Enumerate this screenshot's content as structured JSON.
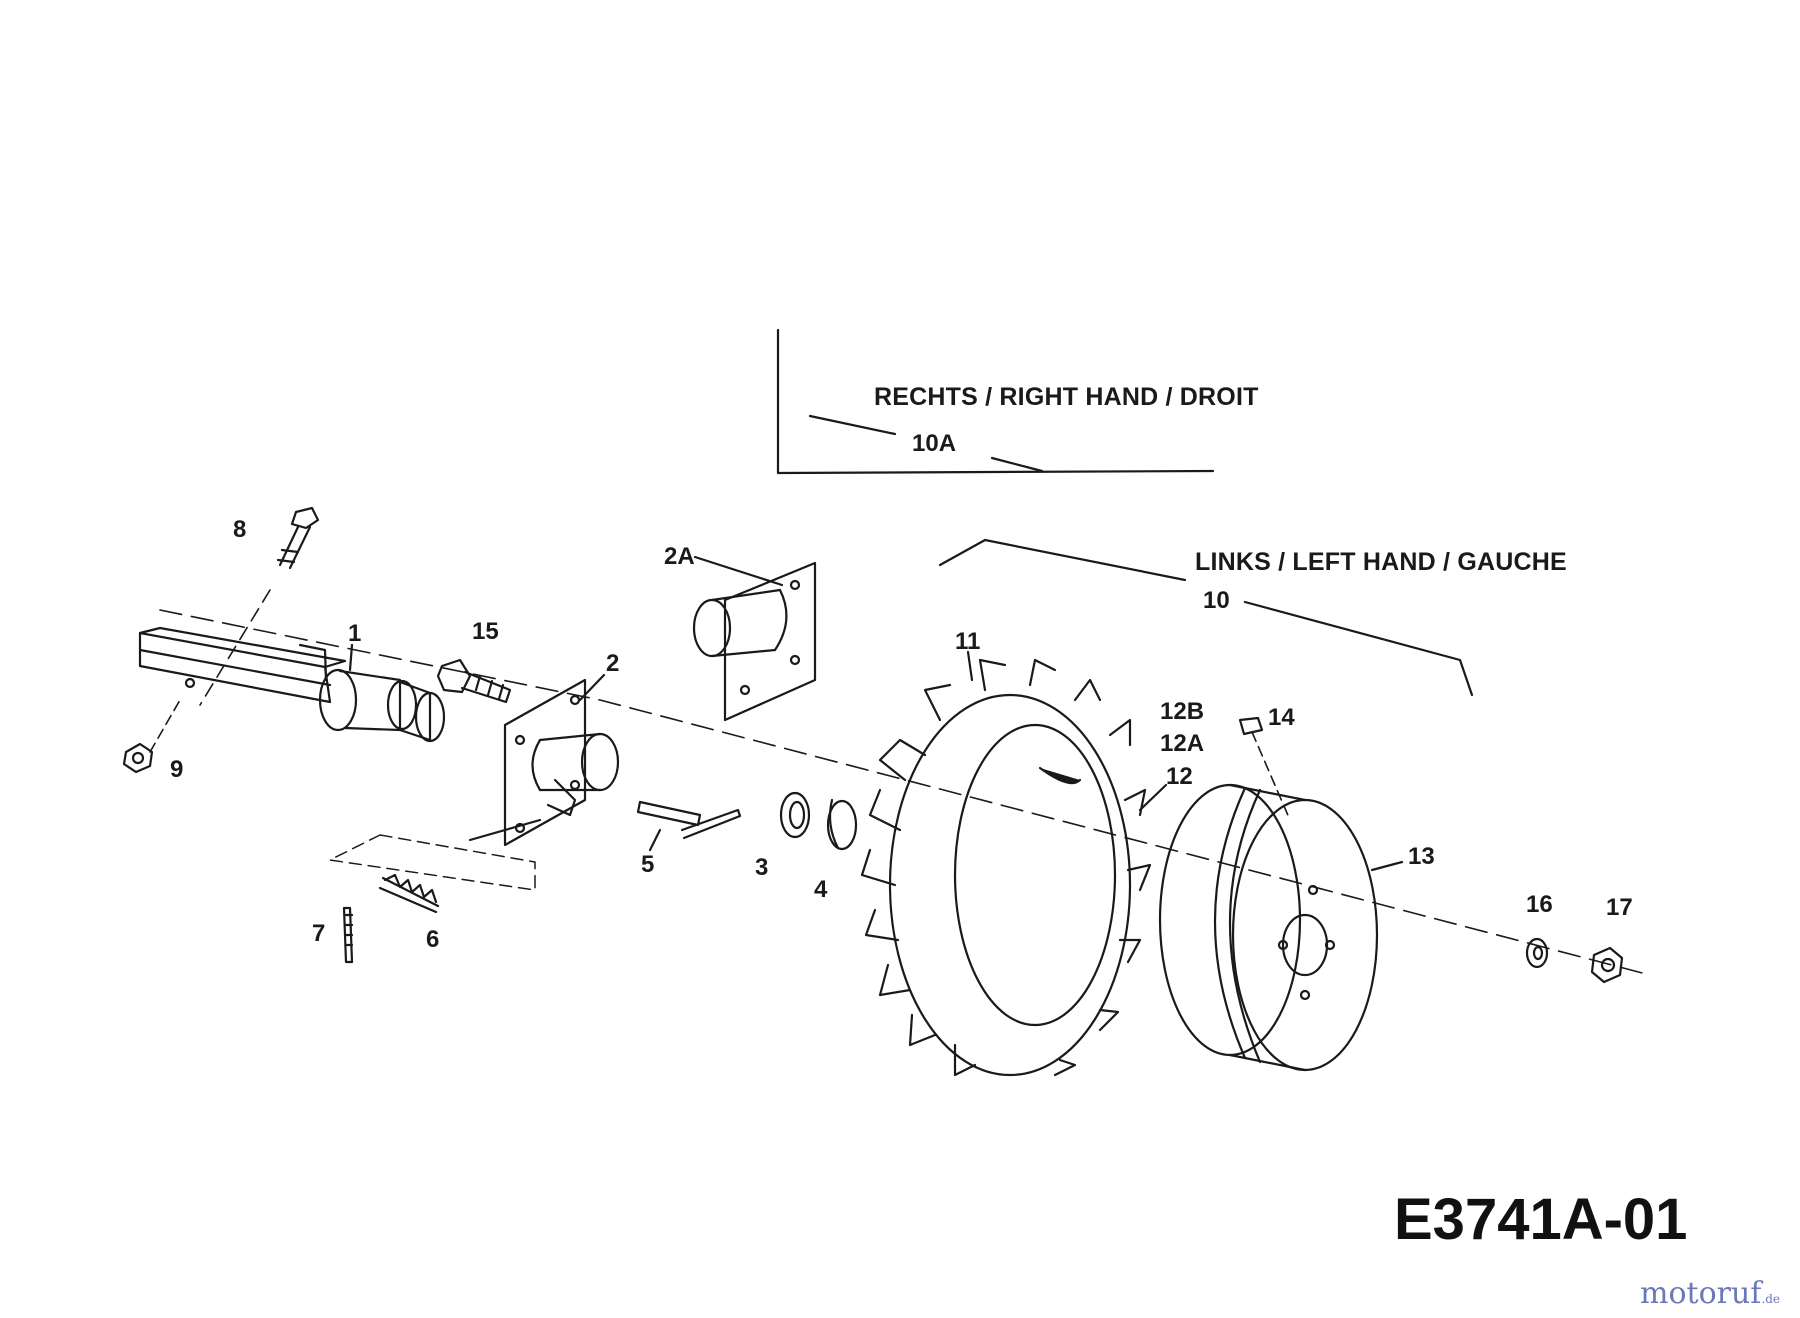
{
  "diagram": {
    "group_right": {
      "title": "RECHTS / RIGHT HAND / DROIT",
      "part": "10A"
    },
    "group_left": {
      "title": "LINKS / LEFT HAND / GAUCHE",
      "part": "10"
    },
    "callouts": [
      "1",
      "2",
      "2A",
      "3",
      "4",
      "5",
      "6",
      "7",
      "8",
      "9",
      "11",
      "12",
      "12A",
      "12B",
      "13",
      "14",
      "15",
      "16",
      "17"
    ],
    "drawing_code": "E3741A-01"
  },
  "watermark": {
    "brand": "motoruf",
    "suffix": ".de",
    "colors": {
      "text": "#6a78b8",
      "accent": "#b07a3a"
    }
  }
}
